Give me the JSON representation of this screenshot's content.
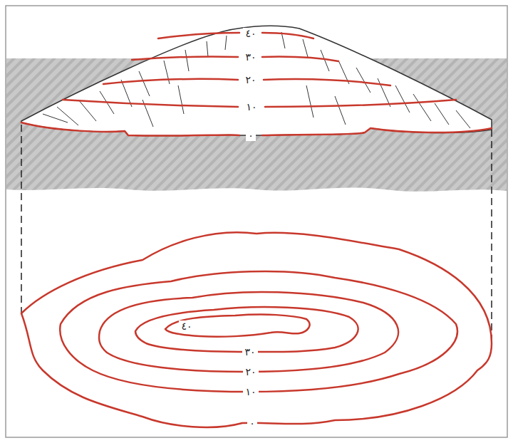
{
  "diagram": {
    "labels": [
      "٤٠",
      "٣٠",
      "٢٠",
      "١٠",
      "٠",
      "٤٠",
      "٣٠",
      "٢٠",
      "١٠",
      "٠"
    ]
  }
}
